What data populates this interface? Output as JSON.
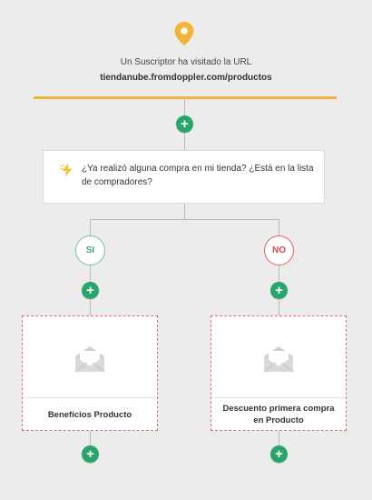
{
  "trigger": {
    "title": "Un Suscriptor ha visitado la URL",
    "url": "tiendanube.fromdoppler.com/productos",
    "icon": "location-pin-icon",
    "accent": "#f6b437"
  },
  "condition": {
    "icon": "lightning-icon",
    "text": "¿Ya realizó alguna compra en mi tienda? ¿Está en la lista de compradores?"
  },
  "branches": {
    "yes": {
      "label": "SI",
      "color": "#3aa86e"
    },
    "no": {
      "label": "NO",
      "color": "#d94848"
    }
  },
  "actions": {
    "left": {
      "label": "Beneficios Producto",
      "icon": "envelope-icon"
    },
    "right": {
      "label": "Descuento primera compra en Producto",
      "icon": "envelope-icon"
    }
  },
  "add_button": {
    "symbol": "+",
    "color": "#28a56b"
  }
}
